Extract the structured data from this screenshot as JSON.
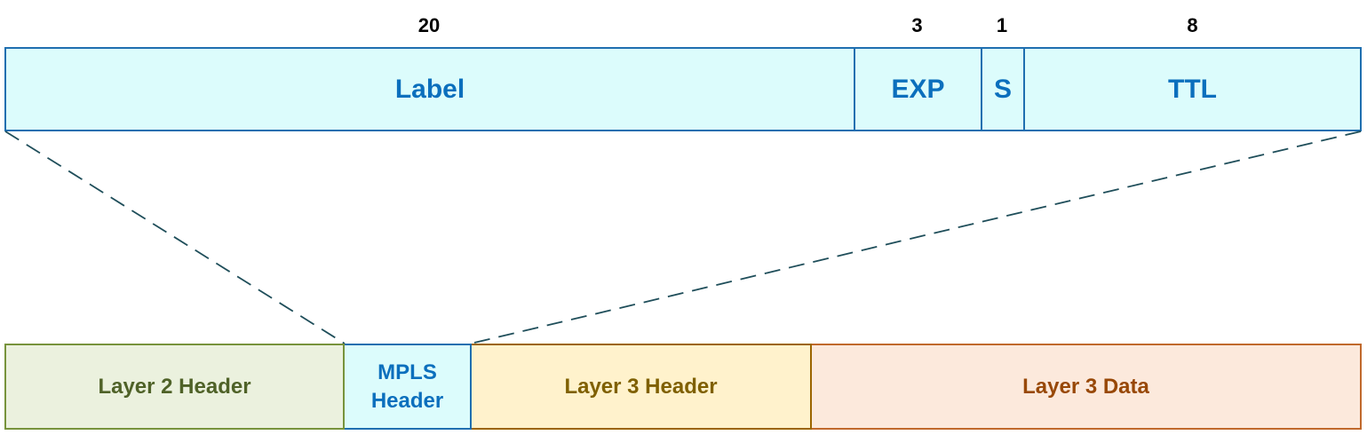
{
  "mpls_header": {
    "fields": [
      {
        "name": "Label",
        "bits": "20"
      },
      {
        "name": "EXP",
        "bits": "3"
      },
      {
        "name": "S",
        "bits": "1"
      },
      {
        "name": "TTL",
        "bits": "8"
      }
    ]
  },
  "packet": {
    "segments": [
      {
        "label": "Layer 2 Header",
        "fill": "#ebf1de",
        "border": "#77933c",
        "text_color": "#4f6228"
      },
      {
        "label": "MPLS\nHeader",
        "fill": "#dcfcfc",
        "border": "#1f6fb0",
        "text_color": "#0b6fbd"
      },
      {
        "label": "Layer 3 Header",
        "fill": "#fff2cc",
        "border": "#9c6500",
        "text_color": "#7f6000"
      },
      {
        "label": "Layer 3 Data",
        "fill": "#fce9dc",
        "border": "#c0692c",
        "text_color": "#984807"
      }
    ]
  },
  "colors": {
    "mpls_fill": "#dcfcfc",
    "mpls_border": "#1f6fb0",
    "mpls_text": "#0b6fbd",
    "connector_line": "#1f4e5a"
  }
}
